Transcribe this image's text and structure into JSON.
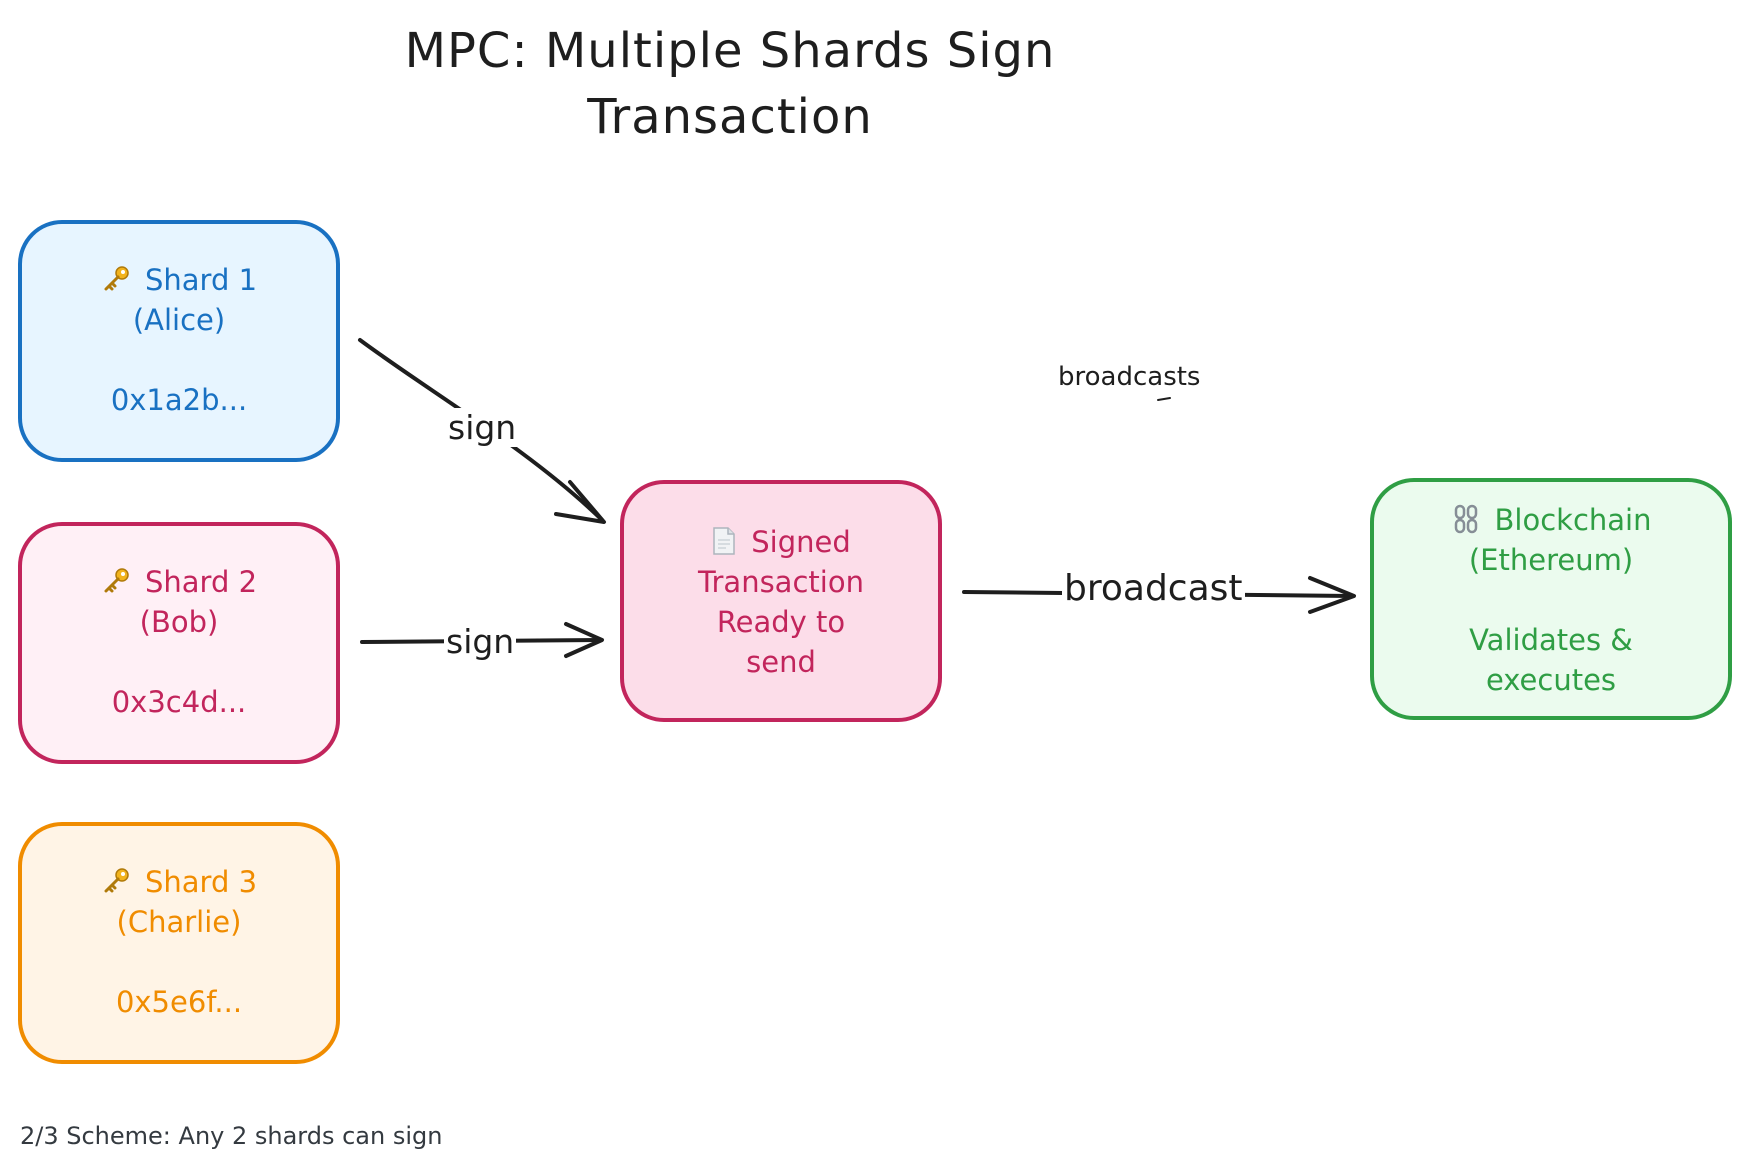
{
  "diagram": {
    "title_line1": "MPC: Multiple Shards Sign",
    "title_line2": "Transaction",
    "nodes": {
      "shard1": {
        "name": "Shard 1",
        "owner": "(Alice)",
        "address": "0x1a2b...",
        "icon": "key-icon",
        "color": "#1971c2",
        "fill": "#e7f5ff"
      },
      "shard2": {
        "name": "Shard 2",
        "owner": "(Bob)",
        "address": "0x3c4d...",
        "icon": "key-icon",
        "color": "#c2255c",
        "fill": "#fff0f6"
      },
      "shard3": {
        "name": "Shard 3",
        "owner": "(Charlie)",
        "address": "0x5e6f...",
        "icon": "key-icon",
        "color": "#f08c00",
        "fill": "#fff4e6"
      },
      "signed": {
        "line1": "Signed",
        "line2": "Transaction",
        "line3": "Ready to",
        "line4": "send",
        "icon": "document-icon",
        "color": "#c2255c",
        "fill": "#fcdde9"
      },
      "blockchain": {
        "name": "Blockchain",
        "network": "(Ethereum)",
        "line1": "Validates &",
        "line2": "executes",
        "icon": "chain-link-icon",
        "color": "#2f9e44",
        "fill": "#ebfbee"
      }
    },
    "edges": {
      "shard1_to_signed": "sign",
      "shard2_to_signed": "sign",
      "signed_to_blockchain": "broadcast",
      "stray_label": "broadcasts"
    },
    "footnote": "2/3 Scheme: Any 2 shards can sign"
  }
}
